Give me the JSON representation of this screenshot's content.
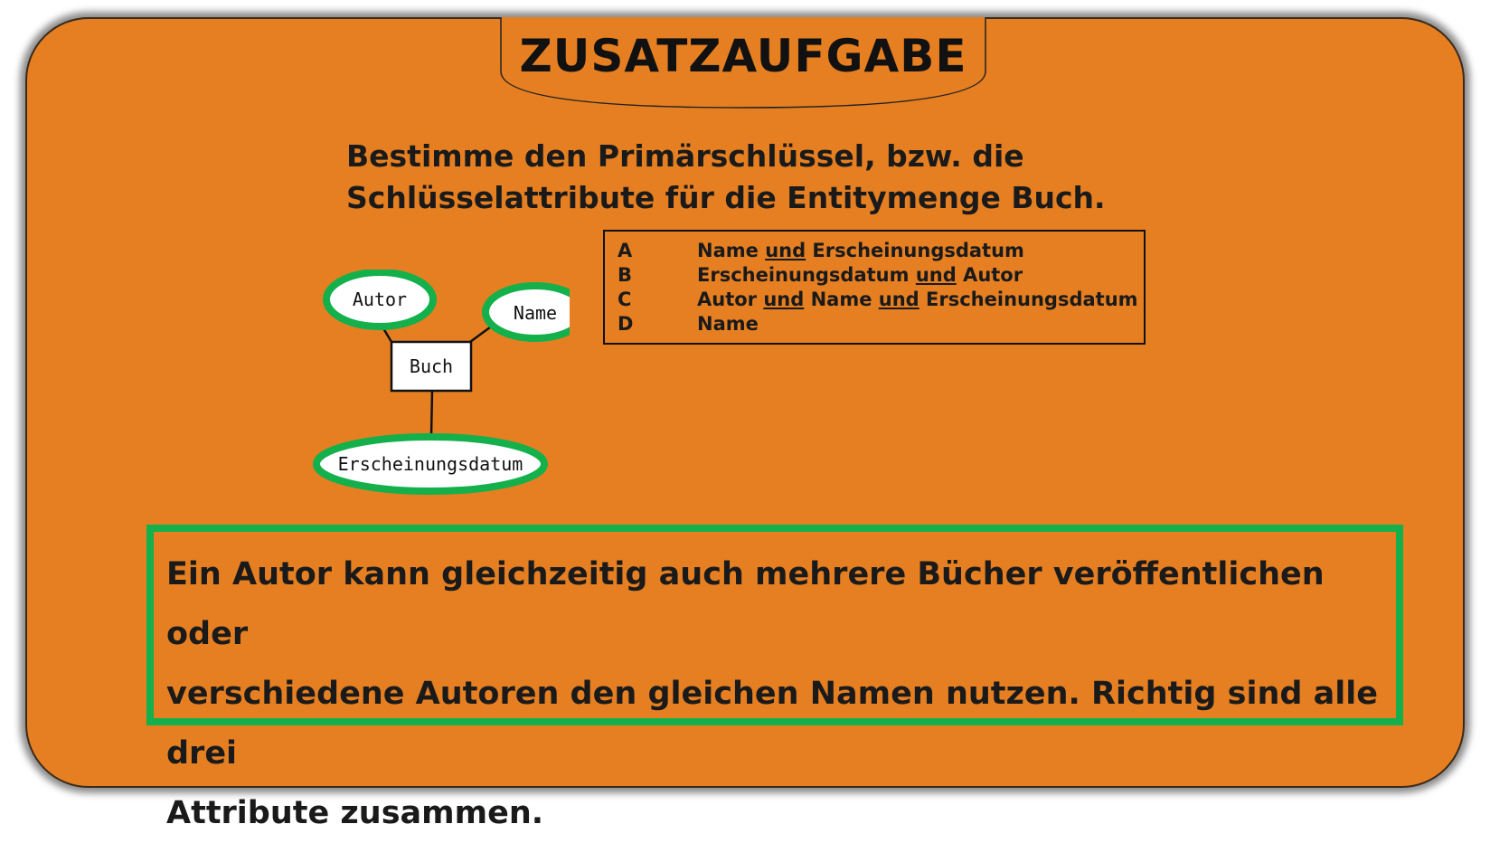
{
  "title": "ZUSATZAUFGABE",
  "question": {
    "line1": "Bestimme den Primärschlüssel, bzw. die",
    "line2": "Schlüsselattribute für die Entitymenge Buch."
  },
  "options": [
    {
      "letter": "A",
      "parts": [
        "Name ",
        "und",
        " Erscheinungsdatum"
      ]
    },
    {
      "letter": "B",
      "parts": [
        "Erscheinungsdatum ",
        "und",
        " Autor"
      ]
    },
    {
      "letter": "C",
      "parts": [
        "Autor ",
        "und",
        " Name ",
        "und",
        " Erscheinungsdatum"
      ]
    },
    {
      "letter": "D",
      "parts": [
        "Name"
      ]
    }
  ],
  "er_diagram": {
    "entity": "Buch",
    "attributes": {
      "autor": "Autor",
      "name": "Name",
      "erscheinungsdatum": "Erscheinungsdatum"
    }
  },
  "answer": {
    "line1": "Ein Autor kann gleichzeitig auch mehrere Bücher veröffentlichen oder",
    "line2": "verschiedene Autoren den gleichen Namen nutzen. Richtig sind alle drei",
    "line3": "Attribute zusammen."
  },
  "colors": {
    "background": "#e57f22",
    "highlight_green": "#13b04b",
    "text": "#1a1a1a"
  }
}
